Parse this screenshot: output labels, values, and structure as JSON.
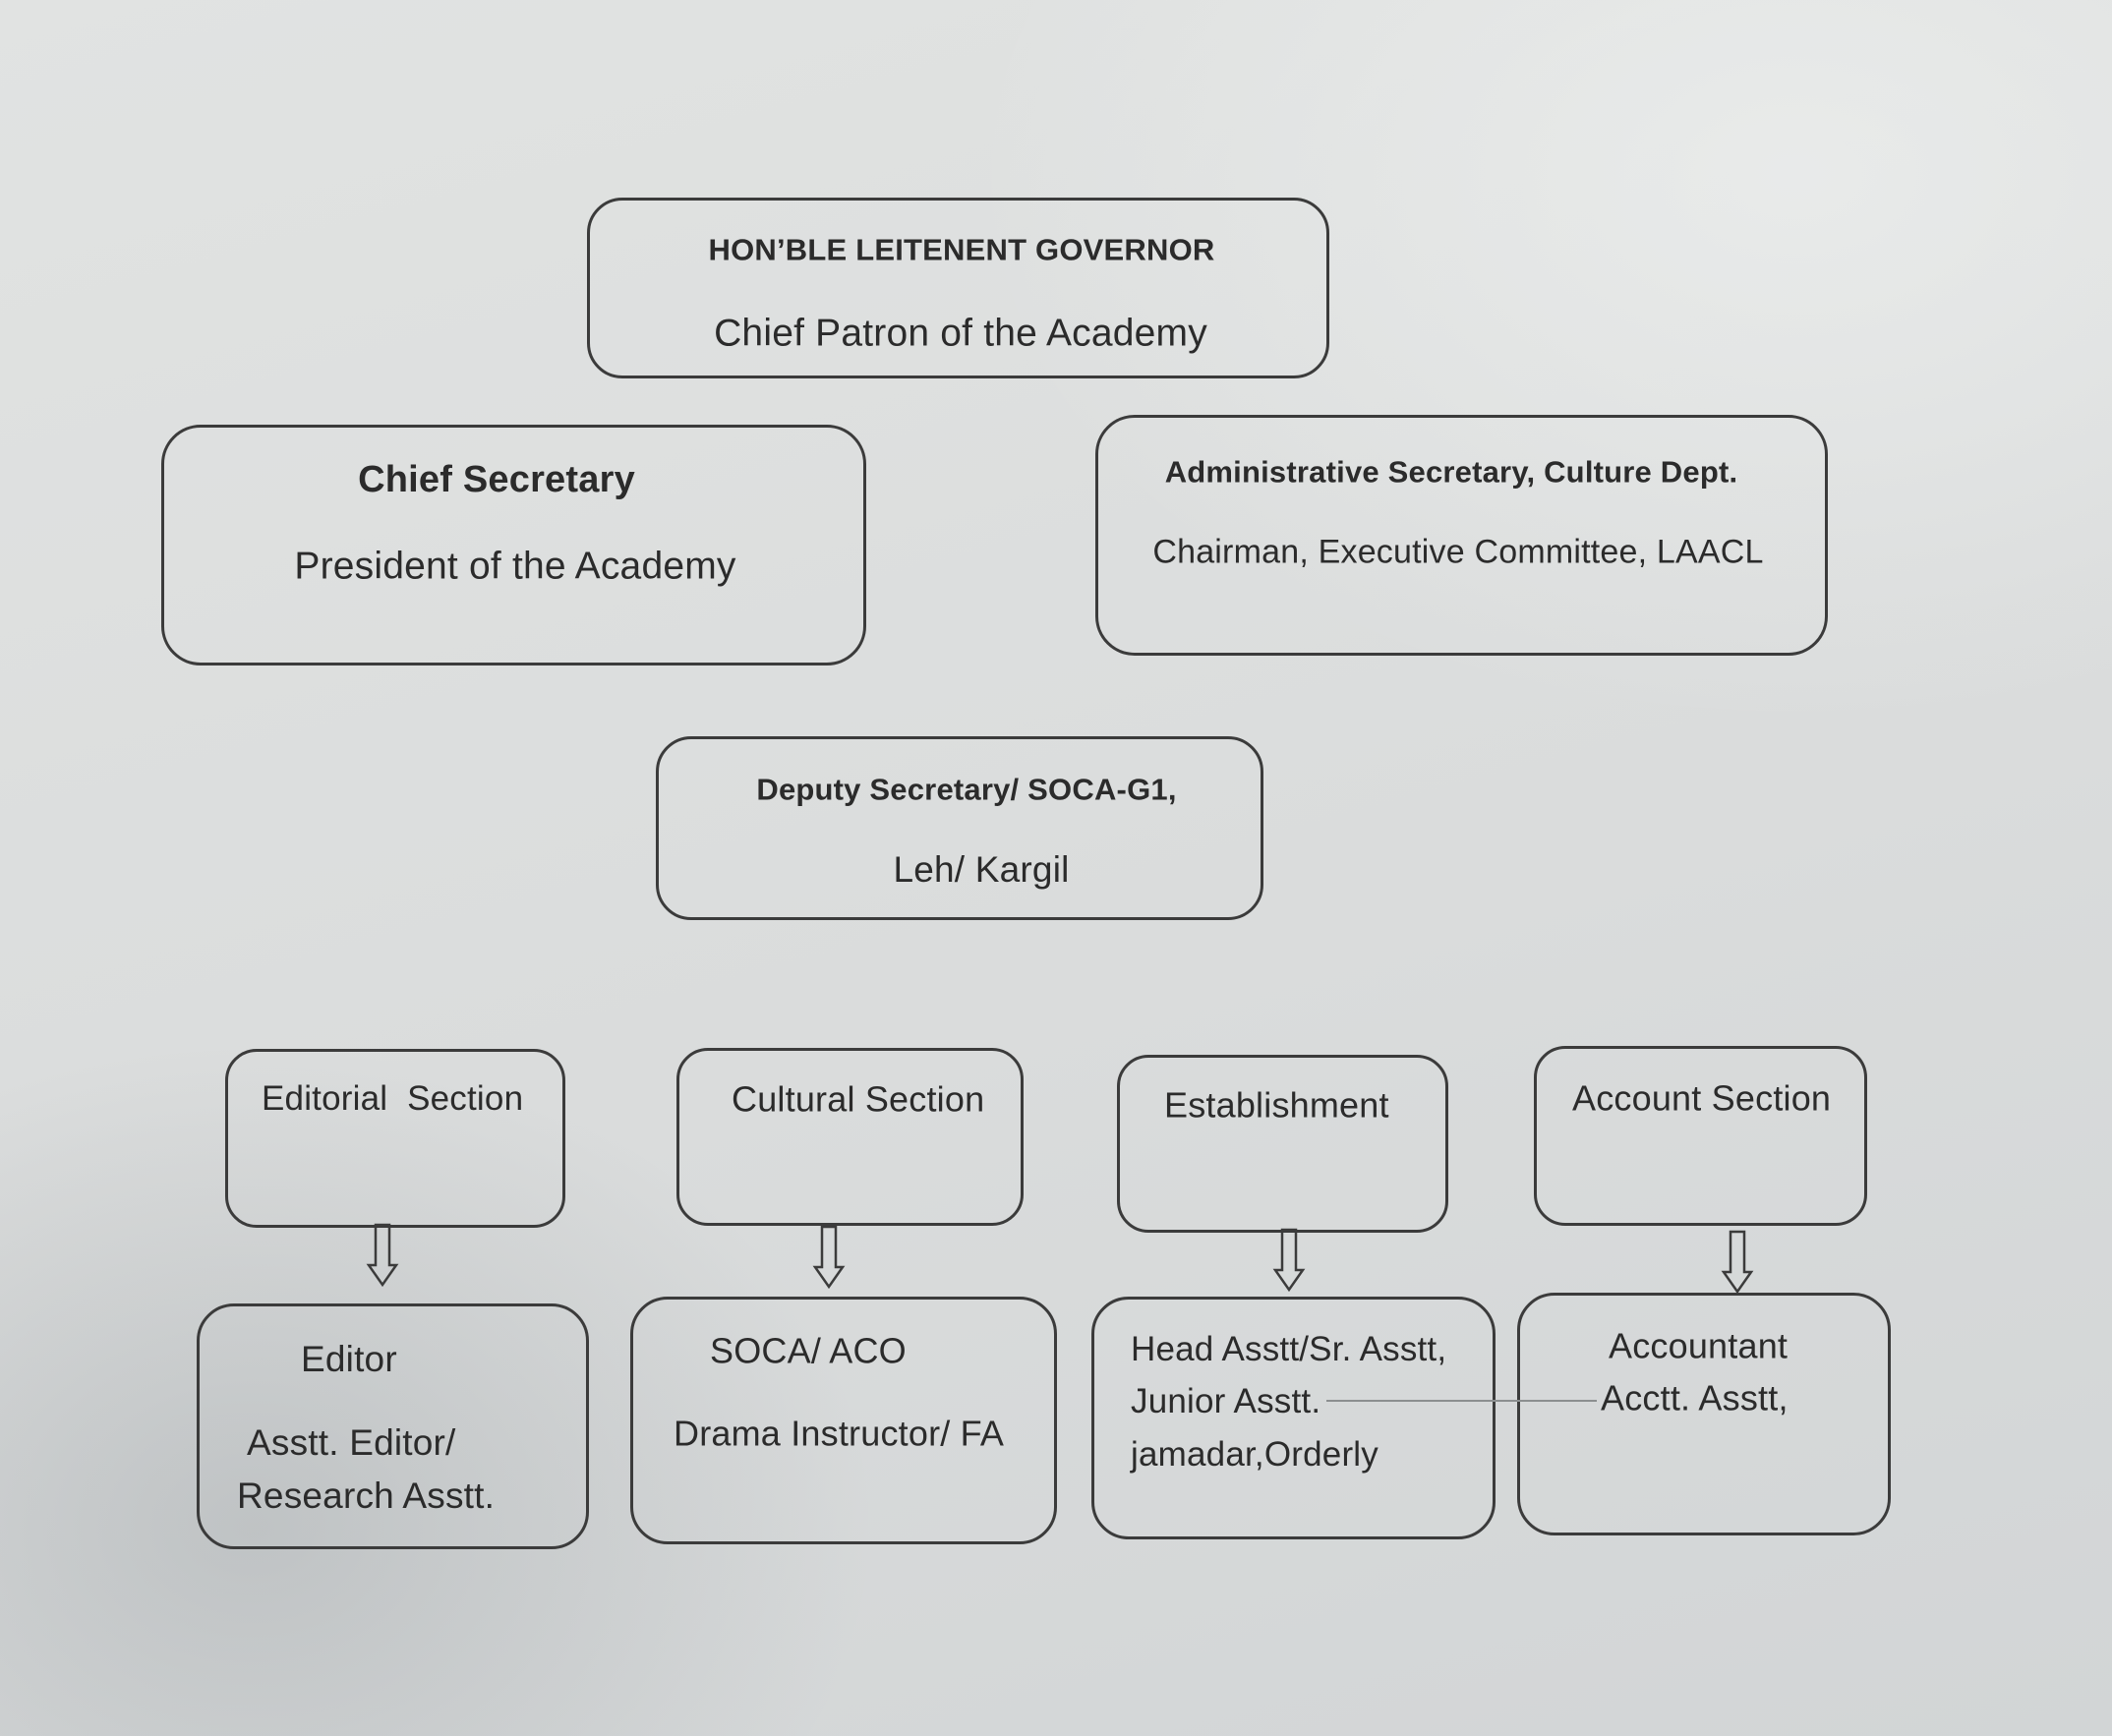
{
  "chart": {
    "governor": {
      "title": "HON’BLE LEITENENT GOVERNOR",
      "role": "Chief Patron of the Academy"
    },
    "chief_secretary": {
      "title": "Chief Secretary",
      "role": "President of the Academy"
    },
    "admin_secretary": {
      "title": "Administrative Secretary, Culture Dept.",
      "role": "Chairman, Executive Committee, LAACL"
    },
    "deputy_secretary": {
      "title": "Deputy Secretary/ SOCA-G1,",
      "role": "Leh/ Kargil"
    },
    "sections": [
      {
        "label": "Editorial  Section",
        "staff": [
          "Editor",
          "Asstt. Editor/",
          "Research Asstt."
        ]
      },
      {
        "label": "Cultural Section",
        "staff": [
          "SOCA/ ACO",
          "Drama Instructor/ FA"
        ]
      },
      {
        "label": "Establishment",
        "staff": [
          "Head Asstt/Sr. Asstt,",
          "Junior Asstt.",
          "jamadar,Orderly"
        ]
      },
      {
        "label": "Account Section",
        "staff": [
          "Accountant",
          "Acctt. Asstt,"
        ]
      }
    ]
  },
  "colors": {
    "ink": "#2b2b2b",
    "border": "#3b3b3b"
  }
}
